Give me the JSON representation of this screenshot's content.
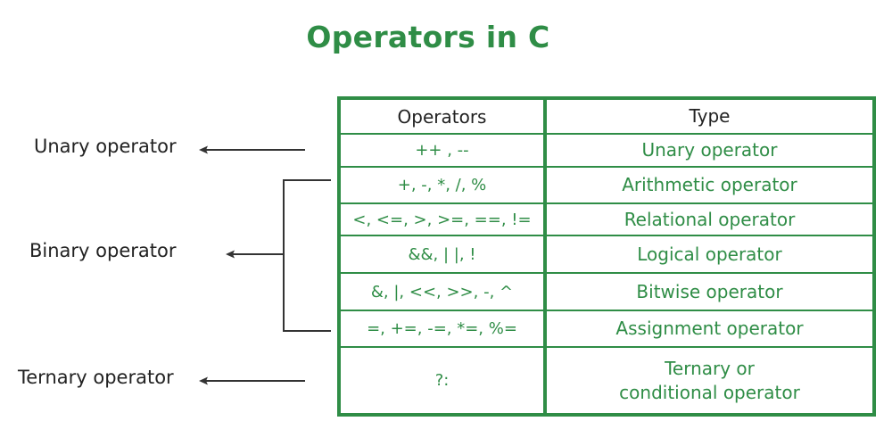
{
  "title": "Operators in C",
  "colors": {
    "accent": "#2f8d46",
    "label": "#222222",
    "arrow": "#333333"
  },
  "side_labels": {
    "unary": "Unary operator",
    "binary": "Binary operator",
    "ternary": "Ternary operator"
  },
  "table": {
    "headers": {
      "operators": "Operators",
      "type": "Type"
    },
    "rows": [
      {
        "operators": "++ , --",
        "type": "Unary operator"
      },
      {
        "operators": "+, -, *, /, %",
        "type": "Arithmetic operator"
      },
      {
        "operators": "<, <=, >, >=, ==, !=",
        "type": "Relational operator"
      },
      {
        "operators": "&&, | |, !",
        "type": "Logical operator"
      },
      {
        "operators": "&, |, <<, >>, -, ^",
        "type": "Bitwise operator"
      },
      {
        "operators": "=, +=, -=, *=, %=",
        "type": "Assignment operator"
      },
      {
        "operators": "?:",
        "type": "Ternary or\nconditional operator"
      }
    ]
  }
}
